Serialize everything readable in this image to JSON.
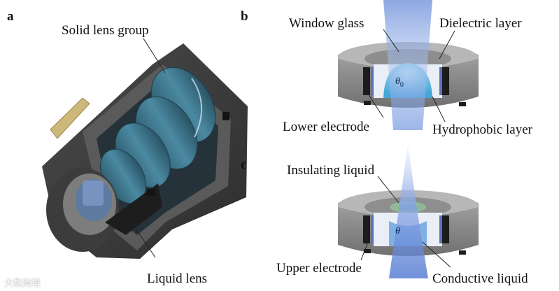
{
  "panels": {
    "a": "a",
    "b": "b",
    "c": "c"
  },
  "labels": {
    "solid_lens_group": "Solid lens group",
    "liquid_lens": "Liquid lens",
    "window_glass": "Window glass",
    "dielectric_layer": "Dielectric layer",
    "lower_electrode": "Lower electrode",
    "hydrophobic_layer": "Hydrophobic layer",
    "insulating_liquid": "Insulating liquid",
    "upper_electrode": "Upper electrode",
    "conductive_liquid": "Conductive liquid"
  },
  "angles": {
    "theta0": "θ",
    "theta0_sub": "0",
    "theta": "θ"
  },
  "watermark": "大数跨境",
  "colors": {
    "housing_dark": "#3a3a3a",
    "housing_light": "#8a8a8a",
    "lens_teal": "#3d6f86",
    "beam_blue": "#6a8fd8",
    "electrode_dark": "#1c1c1c",
    "gold_tab": "#cdb779"
  }
}
